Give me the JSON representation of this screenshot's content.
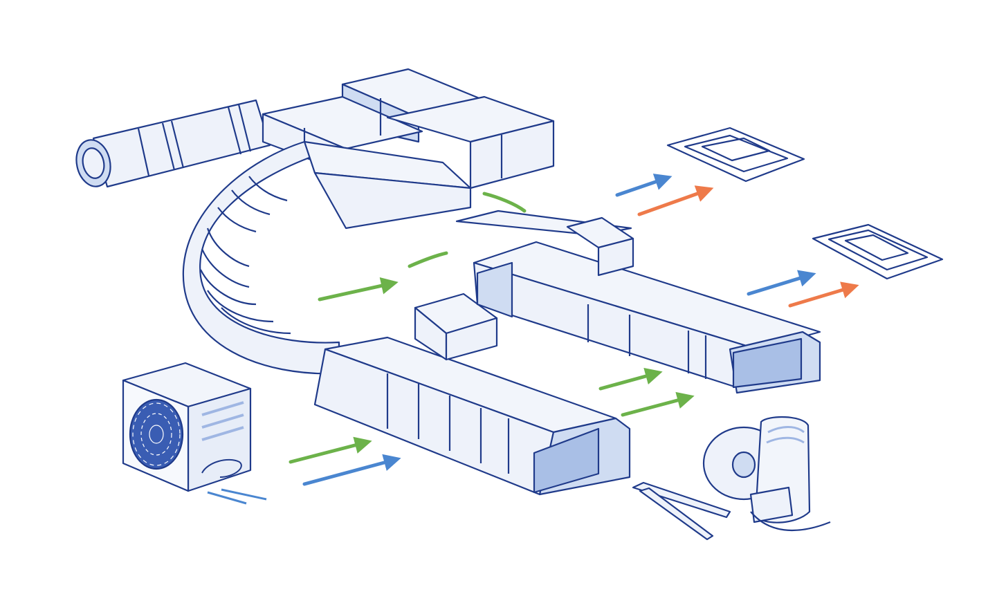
{
  "diagram": {
    "kind": "hvac-ductwork-illustration",
    "labels": [],
    "colors": {
      "outline": "#1f3a8a",
      "duct_fill": "#eef2fa",
      "duct_shade": "#cfdcf2",
      "duct_dark": "#a9bfe6",
      "arrow_green": "#6cb24a",
      "arrow_blue": "#4a86d0",
      "arrow_orange": "#ee7a4a",
      "background": "#ffffff"
    },
    "components": [
      {
        "name": "outdoor-condenser-unit",
        "icon": "condenser-icon"
      },
      {
        "name": "round-intake-duct",
        "icon": "round-duct-icon"
      },
      {
        "name": "flexible-elbow-duct",
        "icon": "flex-duct-icon"
      },
      {
        "name": "rectangular-trunk-duct",
        "icon": "rect-duct-icon"
      },
      {
        "name": "branch-duct",
        "icon": "rect-duct-icon"
      },
      {
        "name": "ceiling-register-upper",
        "icon": "register-icon"
      },
      {
        "name": "ceiling-register-lower",
        "icon": "register-icon"
      },
      {
        "name": "duct-tape-roll",
        "icon": "tape-roll-icon"
      },
      {
        "name": "tin-snips",
        "icon": "snips-icon"
      }
    ],
    "airflow_arrows": [
      {
        "color": "arrow_green",
        "meaning": "supply"
      },
      {
        "color": "arrow_blue",
        "meaning": "cool"
      },
      {
        "color": "arrow_orange",
        "meaning": "warm"
      }
    ]
  }
}
